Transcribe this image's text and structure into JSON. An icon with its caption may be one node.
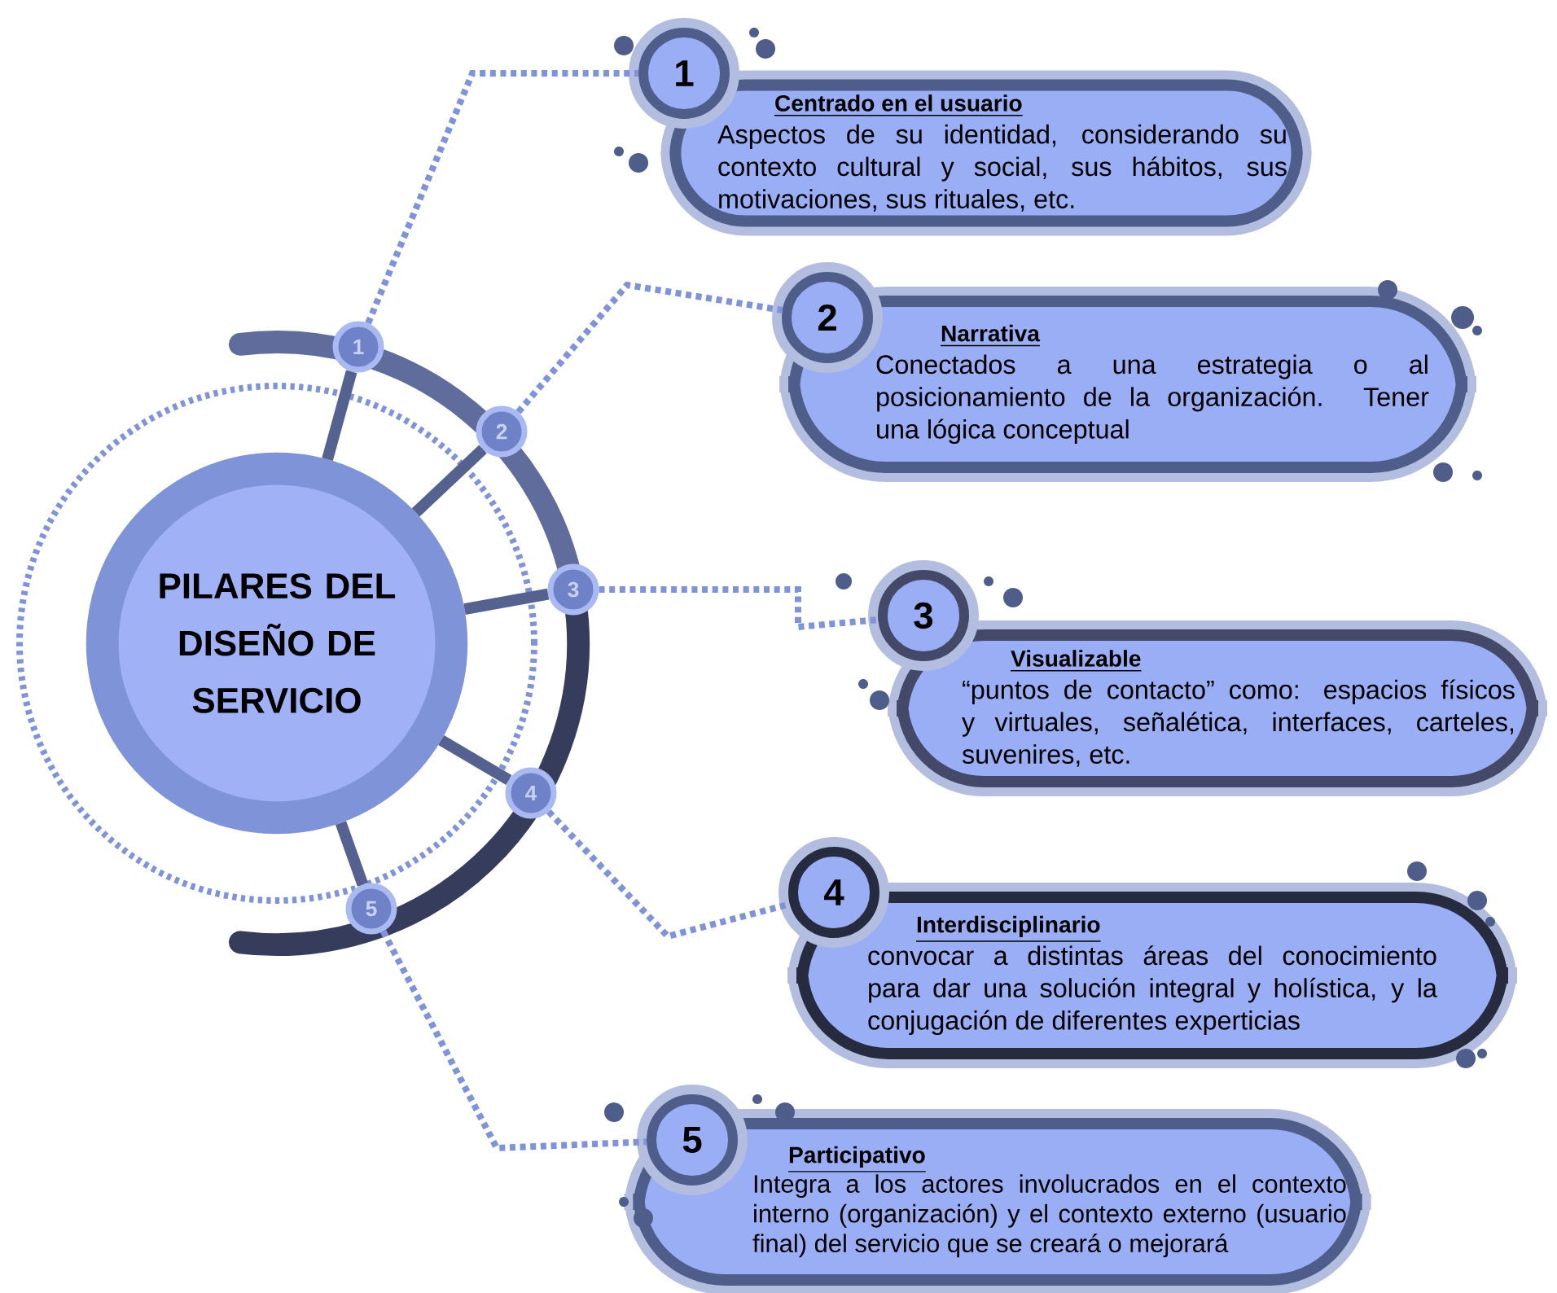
{
  "diagram": {
    "nodes": [
      {
        "text": [
          "PILARES DEL DISEÑO DE SERVICIO"
        ]
      },
      {
        "text": [
          "1"
        ]
      },
      {
        "text": [
          "2"
        ]
      },
      {
        "text": [
          "3"
        ]
      },
      {
        "text": [
          "4"
        ]
      },
      {
        "text": [
          "5"
        ]
      },
      {
        "text": [
          "1"
        ]
      },
      {
        "text": [
          "2"
        ]
      },
      {
        "text": [
          "3"
        ]
      },
      {
        "text": [
          "4"
        ]
      },
      {
        "text": [
          "5"
        ]
      },
      {
        "text": [
          "Centrado en el usuario",
          "Aspectos de su identidad, considerando su contexto cultural y social, sus hábitos, sus motivaciones, sus rituales, etc."
        ]
      },
      {
        "text": [
          "Narrativa",
          "Conectados a una estrategia o al posicionamiento de la organización. Tener una lógica conceptual"
        ]
      },
      {
        "text": [
          "Visualizable",
          "“puntos de contacto” como: espacios físicos y virtuales, señalética, interfaces, carteles, suvenires, etc."
        ]
      },
      {
        "text": [
          "Interdisciplinario",
          "convocar a distintas áreas del conocimiento para dar una solución integral y holística, y la conjugación de diferentes experticias"
        ]
      },
      {
        "text": [
          "Participativo",
          "Integra a los actores involucrados en el contexto interno (organización) y el contexto externo (usuario final) del servicio que se creará o mejorará"
        ]
      }
    ],
    "edges": [
      {
        "from": 1,
        "to": 6,
        "arrow": "none",
        "style": "dashed"
      },
      {
        "from": 2,
        "to": 7,
        "arrow": "none",
        "style": "dashed"
      },
      {
        "from": 3,
        "to": 8,
        "arrow": "none",
        "style": "dashed"
      },
      {
        "from": 4,
        "to": 9,
        "arrow": "none",
        "style": "dashed"
      },
      {
        "from": 5,
        "to": 10,
        "arrow": "none",
        "style": "dashed"
      },
      {
        "from": 0,
        "to": 1,
        "arrow": "none",
        "color": "#55628f"
      },
      {
        "from": 0,
        "to": 2,
        "arrow": "none",
        "color": "#55628f"
      },
      {
        "from": 0,
        "to": 3,
        "arrow": "none",
        "color": "#55628f"
      },
      {
        "from": 0,
        "to": 4,
        "arrow": "none",
        "color": "#55628f"
      },
      {
        "from": 0,
        "to": 5,
        "arrow": "none",
        "color": "#55628f"
      }
    ]
  }
}
